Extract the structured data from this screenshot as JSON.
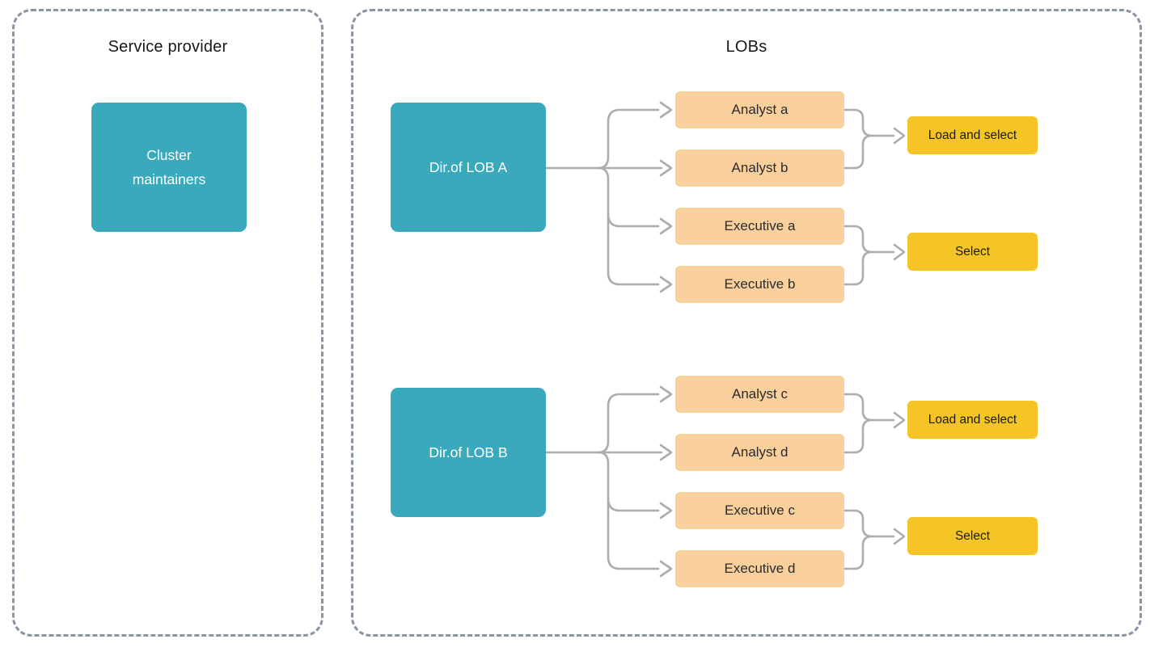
{
  "panels": {
    "service_provider": {
      "title": "Service provider"
    },
    "lobs": {
      "title": "LOBs"
    }
  },
  "nodes": {
    "cluster_maintainers": {
      "label": "Cluster maintainers"
    },
    "dir_lob_a": {
      "label": "Dir.of LOB A"
    },
    "dir_lob_b": {
      "label": "Dir.of LOB B"
    },
    "analyst_a": {
      "label": "Analyst a"
    },
    "analyst_b": {
      "label": "Analyst b"
    },
    "executive_a": {
      "label": "Executive a"
    },
    "executive_b": {
      "label": "Executive b"
    },
    "analyst_c": {
      "label": "Analyst c"
    },
    "analyst_d": {
      "label": "Analyst d"
    },
    "executive_c": {
      "label": "Executive c"
    },
    "executive_d": {
      "label": "Executive d"
    },
    "load_and_select_a": {
      "label": "Load and select"
    },
    "select_a": {
      "label": "Select"
    },
    "load_and_select_b": {
      "label": "Load and select"
    },
    "select_b": {
      "label": "Select"
    }
  },
  "edges": [
    "dir_lob_a -> analyst_a",
    "dir_lob_a -> analyst_b",
    "dir_lob_a -> executive_a",
    "dir_lob_a -> executive_b",
    "analyst_a -> load_and_select_a",
    "analyst_b -> load_and_select_a",
    "executive_a -> select_a",
    "executive_b -> select_a",
    "dir_lob_b -> analyst_c",
    "dir_lob_b -> analyst_d",
    "dir_lob_b -> executive_c",
    "dir_lob_b -> executive_d",
    "analyst_c -> load_and_select_b",
    "analyst_d -> load_and_select_b",
    "executive_c -> select_b",
    "executive_d -> select_b"
  ],
  "colors": {
    "teal_node": "#3AA9BC",
    "orange_node": "#F9CF9B",
    "yellow_node": "#F5C527",
    "connector": "#ACACAC",
    "panel_border": "#8A94A4",
    "title_text": "#17171D",
    "background": "#FFFFFF"
  }
}
